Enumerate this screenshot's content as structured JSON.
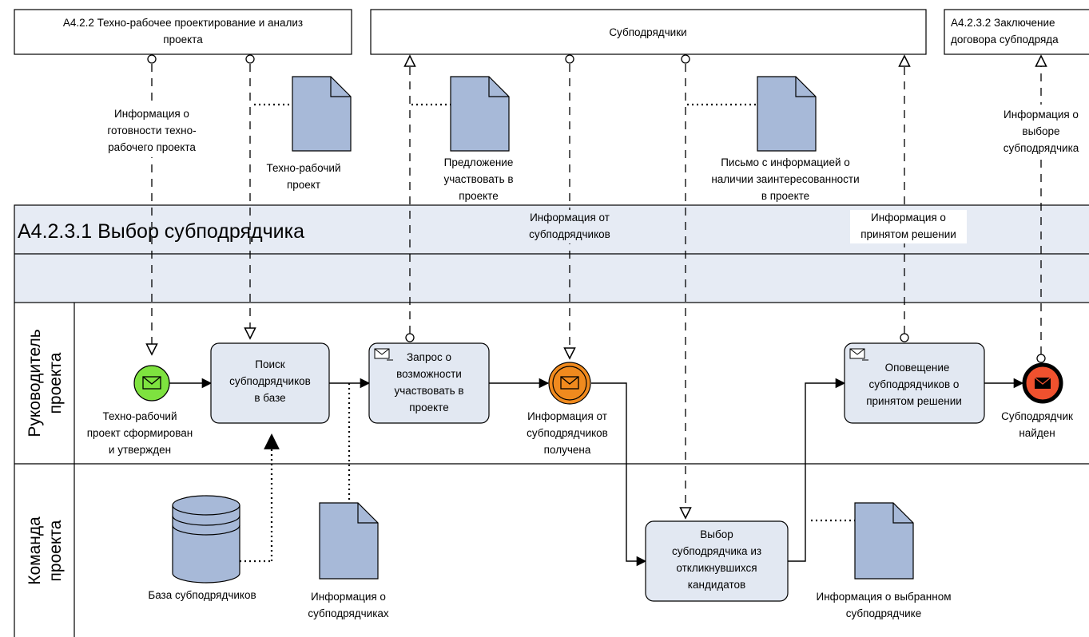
{
  "top_boxes": {
    "left": [
      "A4.2.2 Техно-рабочее проектирование и анализ",
      "проекта"
    ],
    "center": "Субподрядчики",
    "right": [
      "A4.2.3.2 Заключение",
      "договора субподряда"
    ]
  },
  "band": {
    "title": "A4.2.3.1 Выбор субподрядчика"
  },
  "lanes": {
    "manager": [
      "Руководитель",
      "проекта"
    ],
    "team": [
      "Команда",
      "проекта"
    ]
  },
  "messages": {
    "info_ready": [
      "Информация о",
      "готовности техно-",
      "рабочего проекта"
    ],
    "info_from_subs": [
      "Информация от",
      "субподрядчиков"
    ],
    "info_decision": [
      "Информация о",
      "принятом решении"
    ],
    "info_choice": [
      "Информация о",
      "выборе",
      "субподрядчика"
    ]
  },
  "documents": {
    "tech_project": [
      "Техно-рабочий",
      "проект"
    ],
    "proposal": [
      "Предложение",
      "участвовать в",
      "проекте"
    ],
    "letter": [
      "Письмо с информацией о",
      "наличии заинтересованности",
      "в проекте"
    ],
    "subs_info": [
      "Информация о",
      "субподрядчиках"
    ],
    "chosen_info": [
      "Информация о выбранном",
      "субподрядчике"
    ]
  },
  "database": {
    "label": "База субподрядчиков"
  },
  "tasks": {
    "search": [
      "Поиск",
      "субподрядчиков",
      "в базе"
    ],
    "request": [
      "Запрос о",
      "возможности",
      "участвовать в",
      "проекте"
    ],
    "choose": [
      "Выбор",
      "субподрядчика из",
      "откликнувшихся",
      "кандидатов"
    ],
    "notify": [
      "Оповещение",
      "субподрядчиков о",
      "принятом решении"
    ]
  },
  "events": {
    "start": [
      "Техно-рабочий",
      "проект сформирован",
      "и утвержден"
    ],
    "received": [
      "Информация от",
      "субподрядчиков",
      "получена"
    ],
    "end": [
      "Субподрядчик",
      "найден"
    ]
  },
  "colors": {
    "start_event": "#7ee23f",
    "intermediate_event": "#f08a1e",
    "end_event": "#f0512e",
    "task_fill": "#e2e8f2",
    "doc_fill": "#a7b9d8",
    "band_fill": "#e6ebf4"
  }
}
